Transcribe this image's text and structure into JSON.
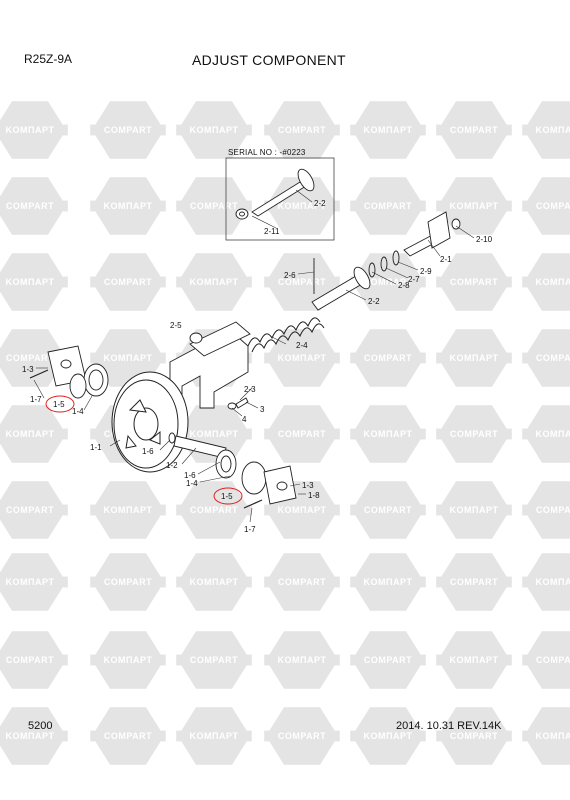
{
  "header": {
    "model": "R25Z-9A",
    "title": "ADJUST COMPONENT"
  },
  "inset": {
    "serial_label": "SERIAL NO : -#0223"
  },
  "footer": {
    "page_number": "5200",
    "revision": "2014. 10.31   REV.14K"
  },
  "watermark": {
    "text_cyrillic": "KOMПAPT",
    "text_latin": "COMPART"
  },
  "colors": {
    "line": "#222222",
    "watermark_hex": "#e2e2e2",
    "highlight": "#e02020"
  },
  "callouts": {
    "c2_2_inset": "2-2",
    "c2_11": "2-11",
    "c2_10": "2-10",
    "c2_1": "2-1",
    "c2_9": "2-9",
    "c2_7": "2-7",
    "c2_8": "2-8",
    "c2_6": "2-6",
    "c2_2": "2-2",
    "c2_5": "2-5",
    "c2_4": "2-4",
    "c2_3": "2-3",
    "c3": "3",
    "c4": "4",
    "c1_3a": "1-3",
    "c1_7a": "1-7",
    "c1_5a": "1-5",
    "c1_4a": "1-4",
    "c1_1": "1-1",
    "c1_6a": "1-6",
    "c1_2": "1-2",
    "c1_6b": "1-6",
    "c1_4b": "1-4",
    "c1_5b": "1-5",
    "c1_3b": "1-3",
    "c1_8": "1-8",
    "c1_7b": "1-7"
  }
}
